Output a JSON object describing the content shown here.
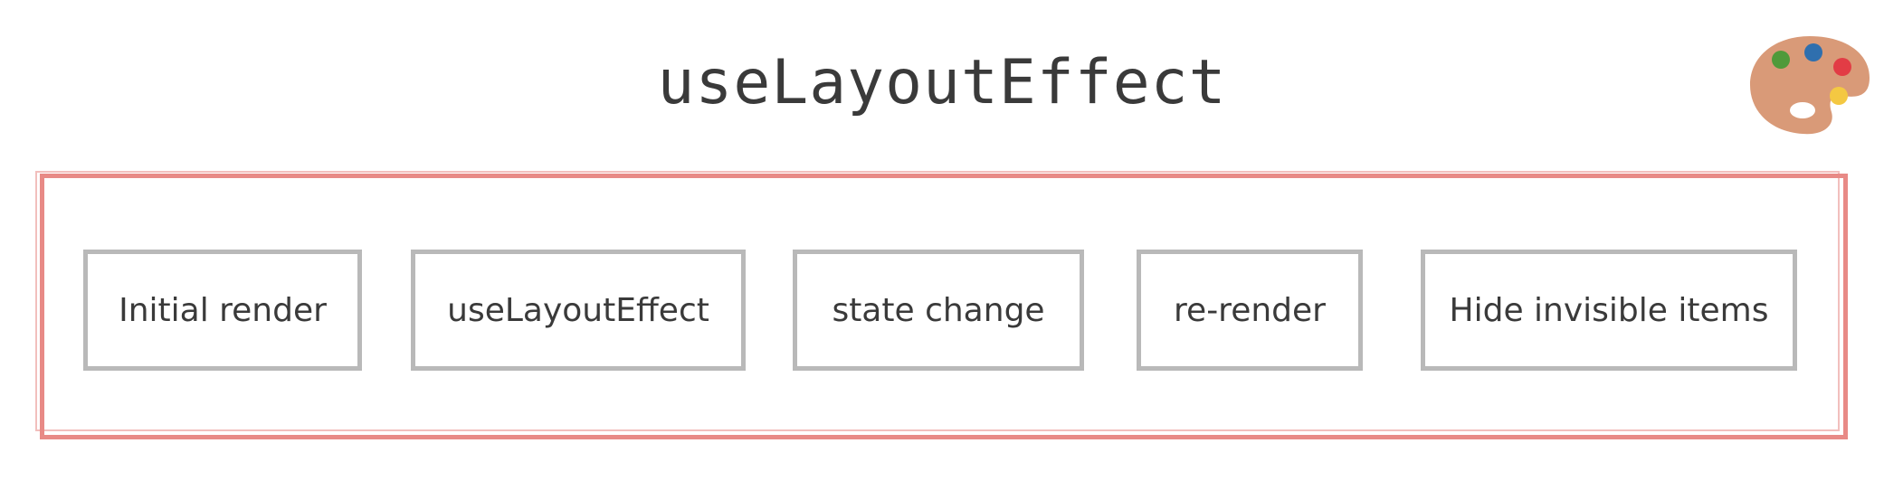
{
  "title": "useLayoutEffect",
  "icons": {
    "palette": "palette-icon"
  },
  "colors": {
    "frame": "#e88a86",
    "step_border": "#b9b9b9",
    "text": "#3a3a3a",
    "palette_body": "#d99a78"
  },
  "steps": [
    {
      "label": "Initial render"
    },
    {
      "label": "useLayoutEffect"
    },
    {
      "label": "state change"
    },
    {
      "label": "re-render"
    },
    {
      "label": "Hide invisible items"
    }
  ]
}
